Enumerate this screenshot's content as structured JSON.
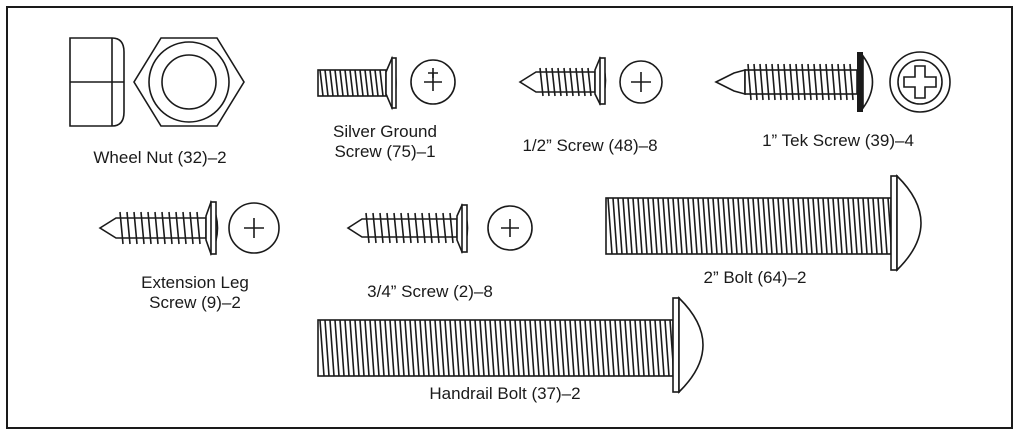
{
  "parts": [
    {
      "id": "wheel_nut",
      "label": "Wheel Nut (32)–2",
      "icon": "hex-nut-icon"
    },
    {
      "id": "silver_ground_screw",
      "label_line1": "Silver Ground",
      "label_line2": "Screw (75)–1",
      "icon": "screw-icon"
    },
    {
      "id": "half_inch_screw",
      "label": "1/2” Screw (48)–8",
      "icon": "screw-icon"
    },
    {
      "id": "tek_screw",
      "label": "1” Tek Screw (39)–4",
      "icon": "tek-screw-icon"
    },
    {
      "id": "extension_leg_screw",
      "label_line1": "Extension Leg",
      "label_line2": "Screw (9)–2",
      "icon": "screw-icon"
    },
    {
      "id": "three_quarter_screw",
      "label": "3/4” Screw (2)–8",
      "icon": "screw-icon"
    },
    {
      "id": "two_inch_bolt",
      "label": "2” Bolt (64)–2",
      "icon": "bolt-icon"
    },
    {
      "id": "handrail_bolt",
      "label": "Handrail Bolt (37)–2",
      "icon": "bolt-icon"
    }
  ]
}
